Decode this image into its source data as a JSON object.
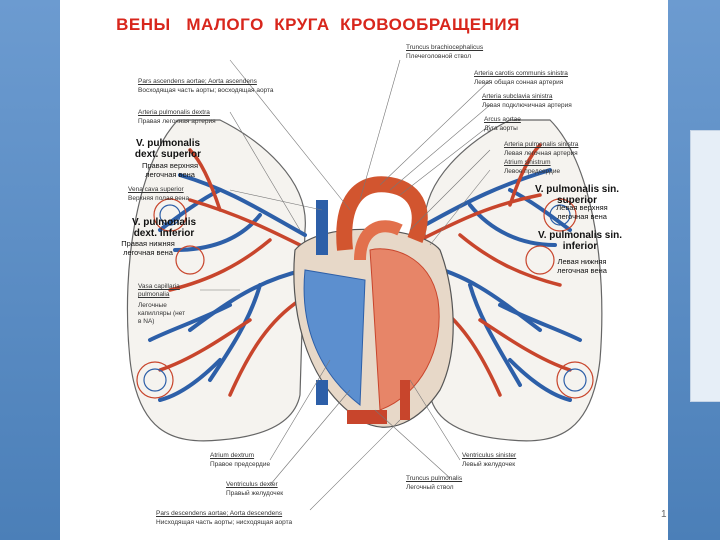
{
  "title": "ВЕНЫ   МАЛОГО  КРУГА  КРОВООБРАЩЕНИЯ",
  "page_number": "1",
  "labels_right": [
    {
      "latin": "Truncus brachiocephalicus",
      "ru": "Плечеголовной ствол"
    },
    {
      "latin": "Arteria carotis communis sinistra",
      "ru": "Левая общая сонная артерия"
    },
    {
      "latin": "Arteria subclavia sinistra",
      "ru": "Левая подключичная артерия"
    },
    {
      "latin": "Arcus aortae",
      "ru": "Дуга аорты"
    },
    {
      "latin": "Arteria pulmonalis sinistra",
      "ru": "Левая легочная артерия"
    },
    {
      "latin": "Atrium sinistrum",
      "ru": "Левое предсердие"
    }
  ],
  "labels_left": [
    {
      "latin": "Pars ascendens aortae; Aorta ascendens",
      "ru": "Восходящая часть аорты; восходящая аорта"
    },
    {
      "latin": "Arteria pulmonalis dextra",
      "ru": "Правая легочная артерия"
    },
    {
      "latin": "Vena cava superior",
      "ru": "Верхняя полая вена"
    },
    {
      "latin": "Vasa capillaria pulmonalia",
      "ru": "Легочные капилляры (нет в NA)"
    }
  ],
  "labels_bottom": [
    {
      "latin": "Atrium dextrum",
      "ru": "Правое предсердие"
    },
    {
      "latin": "Ventriculus sinister",
      "ru": "Левый желудочек"
    },
    {
      "latin": "Truncus pulmonalis",
      "ru": "Легочный ствол"
    },
    {
      "latin": "Ventriculus dexter",
      "ru": "Правый желудочек"
    },
    {
      "latin": "Pars descendens aortae; Aorta descendens",
      "ru": "Нисходящая часть аорты; нисходящая аорта"
    }
  ],
  "veins": {
    "dext_superior": {
      "latin": "V. pulmonalis dext. superior",
      "ru": "Правая верхняя легочная вена"
    },
    "dext_inferior": {
      "latin": "V. pulmonalis dext. inferior",
      "ru": "Правая нижняя легочная вена"
    },
    "sin_superior": {
      "latin": "V. pulmonalis sin. superior",
      "ru": "Левая верхняя легочная вена"
    },
    "sin_inferior": {
      "latin": "V. pulmonalis sin. inferior",
      "ru": "Левая нижняя легочная вена"
    }
  },
  "colors": {
    "artery": "#c8452c",
    "vein": "#2d5fa8",
    "title": "#d8261c"
  }
}
